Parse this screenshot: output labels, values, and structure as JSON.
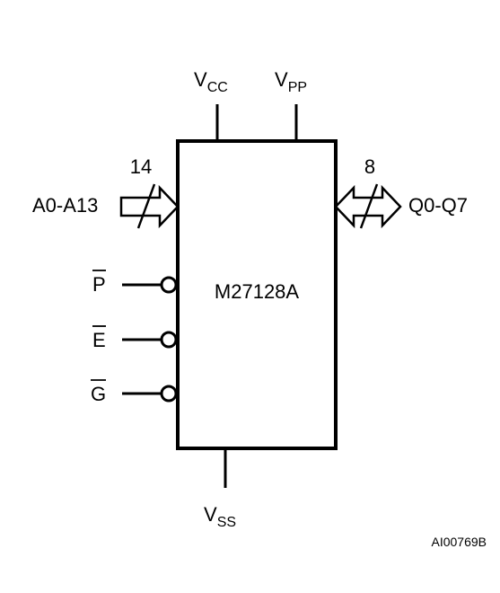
{
  "chip": {
    "name": "M27128A"
  },
  "power": {
    "vcc": {
      "main": "V",
      "sub": "CC"
    },
    "vpp": {
      "main": "V",
      "sub": "PP"
    },
    "vss": {
      "main": "V",
      "sub": "SS"
    }
  },
  "address_bus": {
    "label": "A0-A13",
    "width": "14"
  },
  "data_bus": {
    "label": "Q0-Q7",
    "width": "8"
  },
  "control_pins": [
    {
      "label": "P",
      "active_low": true
    },
    {
      "label": "E",
      "active_low": true
    },
    {
      "label": "G",
      "active_low": true
    }
  ],
  "figure_code": "AI00769B"
}
